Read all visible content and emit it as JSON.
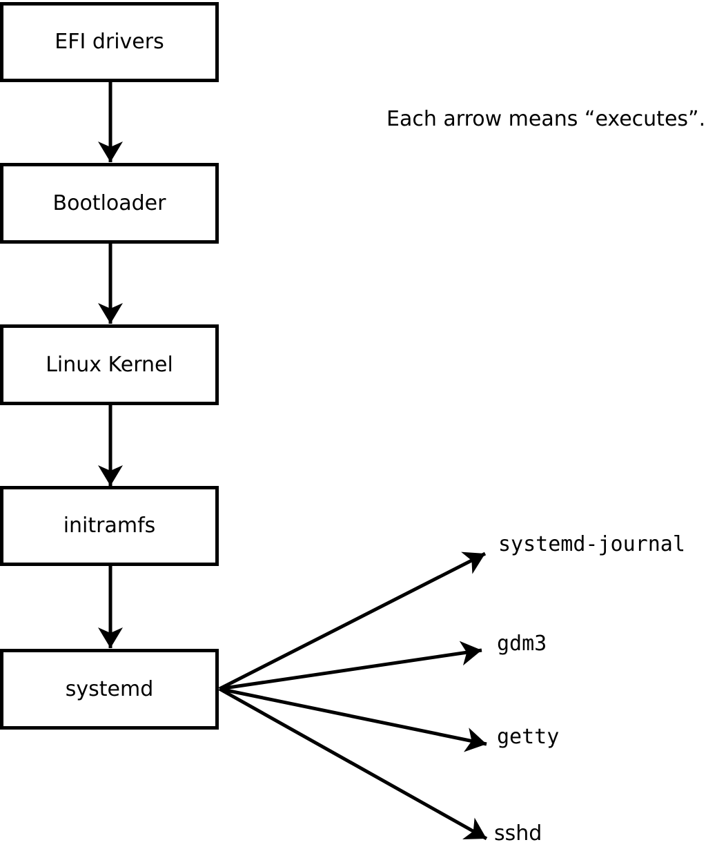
{
  "caption": "Each arrow means “executes”.",
  "chain": [
    {
      "label": "EFI drivers"
    },
    {
      "label": "Bootloader"
    },
    {
      "label": "Linux Kernel"
    },
    {
      "label": "initramfs"
    },
    {
      "label": "systemd"
    }
  ],
  "leaves": [
    {
      "label": "systemd-journal"
    },
    {
      "label": "gdm3"
    },
    {
      "label": "getty"
    },
    {
      "label": "sshd"
    }
  ],
  "colors": {
    "stroke": "#000000",
    "background": "#ffffff"
  }
}
